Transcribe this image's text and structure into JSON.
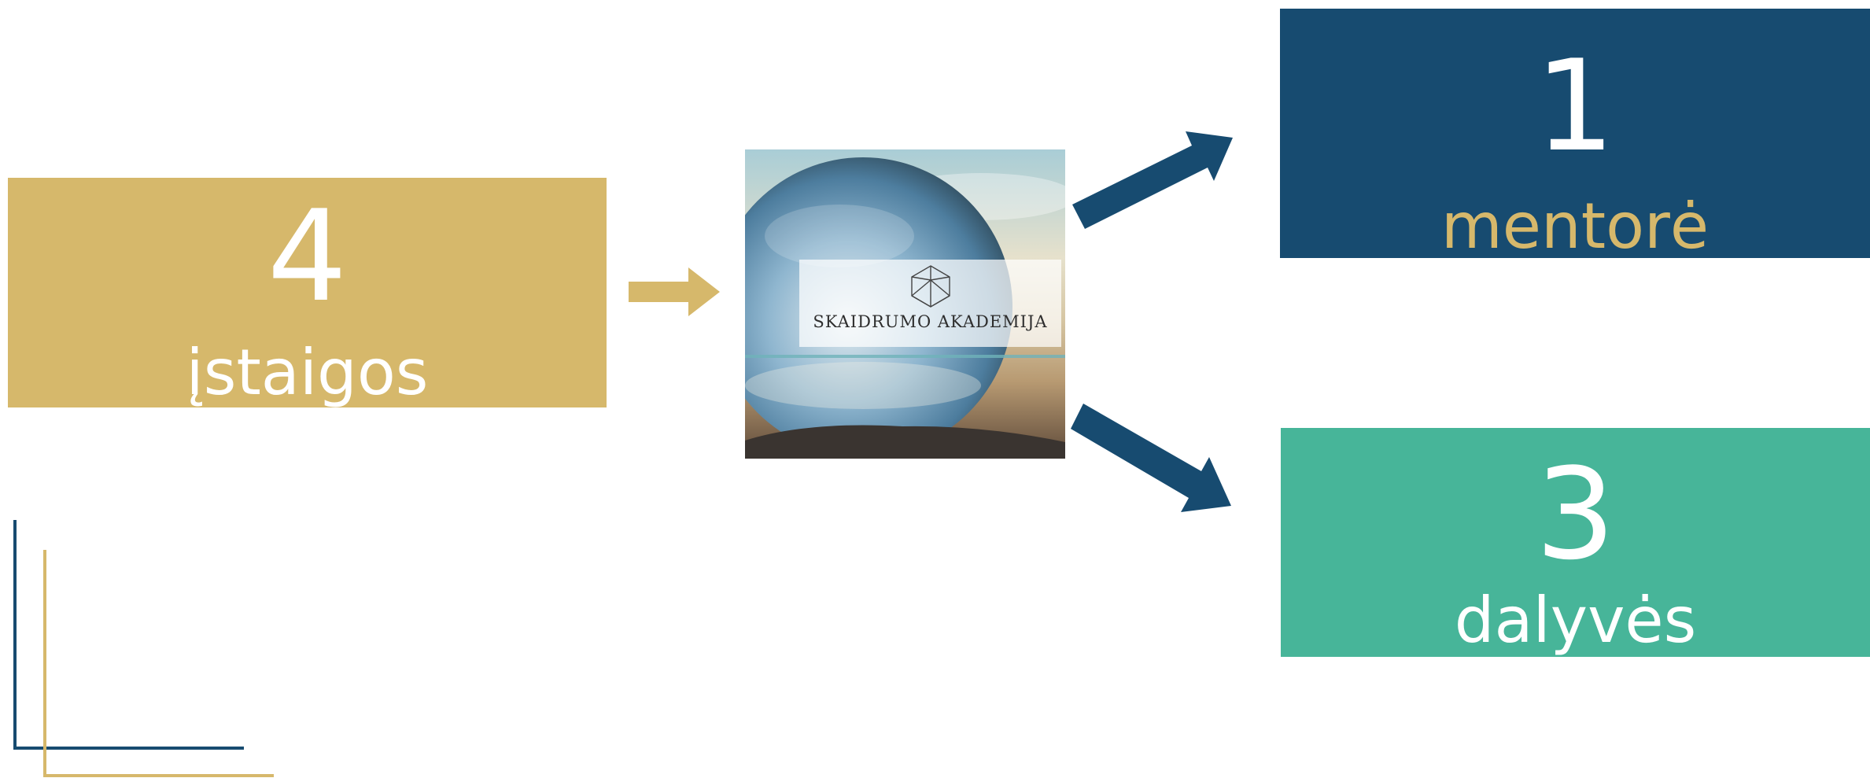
{
  "colors": {
    "gold": "#d6b86b",
    "navy": "#174b70",
    "teal": "#47b599",
    "white": "#ffffff"
  },
  "institutions": {
    "count": "4",
    "label": "įstaigos"
  },
  "academy": {
    "name": "SKAIDRUMO AKADEMIJA",
    "logo_icon": "polyhedron-icon"
  },
  "mentors": {
    "count": "1",
    "label": "mentorė"
  },
  "participants": {
    "count": "3",
    "label": "dalyvės"
  },
  "decorations": [
    "corner-lines"
  ]
}
